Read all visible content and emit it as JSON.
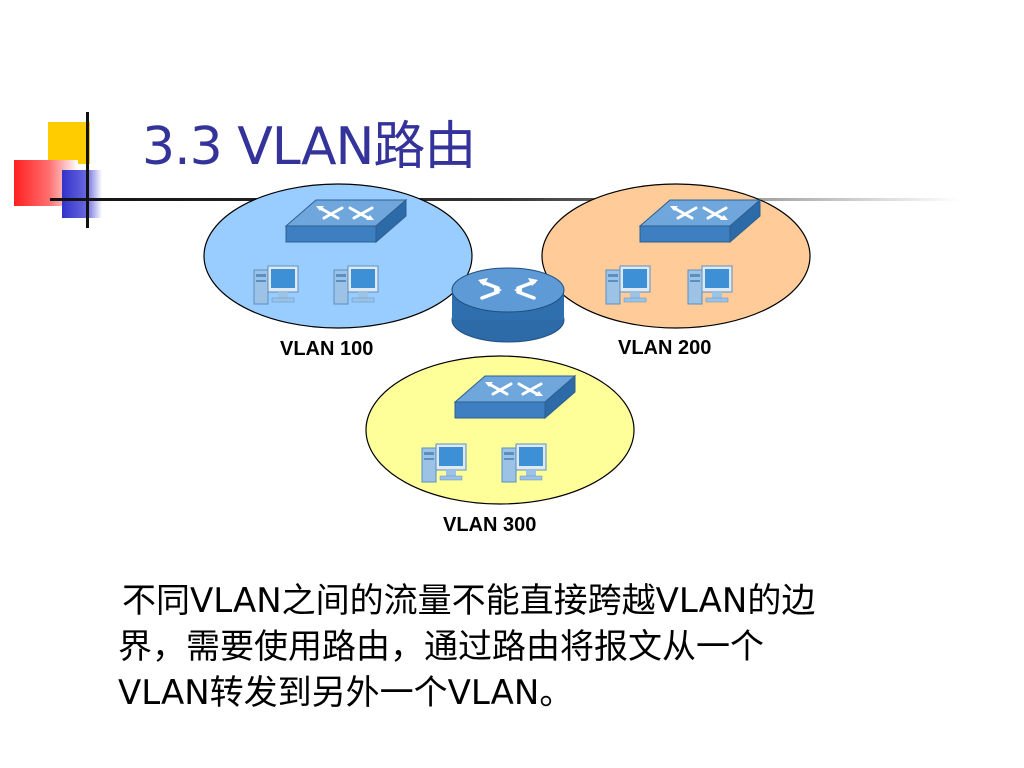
{
  "slide": {
    "title": "3.3 VLAN路由",
    "body_lines": [
      "不同VLAN之间的流量不能直接跨越VLAN的边",
      "界，需要使用路由，通过路由将报文从一个",
      "VLAN转发到另外一个VLAN。"
    ]
  },
  "diagram": {
    "router_icon": "router-icon",
    "vlans": [
      {
        "label": "VLAN 100",
        "fill": "#99ccff",
        "switch_icon": "switch-icon",
        "host_icon": "workstation-icon"
      },
      {
        "label": "VLAN 200",
        "fill": "#ffcc99",
        "switch_icon": "switch-icon",
        "host_icon": "workstation-icon"
      },
      {
        "label": "VLAN 300",
        "fill": "#ffff99",
        "switch_icon": "switch-icon",
        "host_icon": "workstation-icon"
      }
    ]
  },
  "colors": {
    "title": "#33339a",
    "deco_yellow": "#ffcc00",
    "deco_red": "#ff2020",
    "deco_blue": "#3333cc",
    "device_blue": "#3d7fc1"
  }
}
